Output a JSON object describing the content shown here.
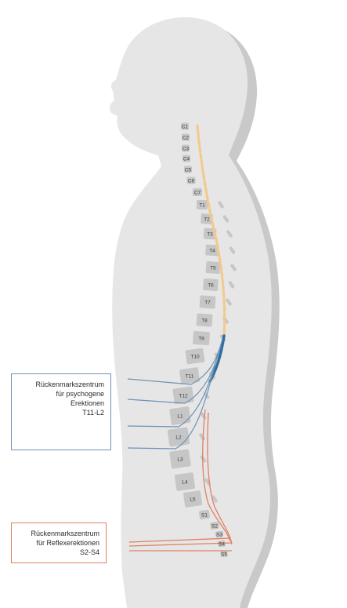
{
  "vertebra_labels": [
    "C1",
    "C2",
    "C3",
    "C4",
    "C5",
    "C6",
    "C7",
    "T1",
    "T2",
    "T3",
    "T4",
    "T5",
    "T6",
    "T7",
    "T8",
    "T9",
    "T10",
    "T11",
    "T12",
    "L1",
    "L2",
    "L3",
    "L4",
    "L5",
    "S1",
    "S2",
    "S3",
    "S4",
    "S5"
  ],
  "boxes": {
    "psychogenic": [
      "Rückenmarkszentrum",
      "für psychogene",
      "Erektionen",
      "T11-L2"
    ],
    "reflex": [
      "Rückenmarkszentrum",
      "für Reflexerektionen",
      "S2-S4"
    ]
  },
  "colors": {
    "body_shadow": "#c9c9c9",
    "body": "#e6e6e6",
    "vertebra": "#c6c6c6",
    "spinal_cord": "#f3c98c",
    "psychogenic_center": "#2f6fa0",
    "psychogenic_lines": "#6e92b5",
    "reflex_lines": "#e07f62"
  }
}
